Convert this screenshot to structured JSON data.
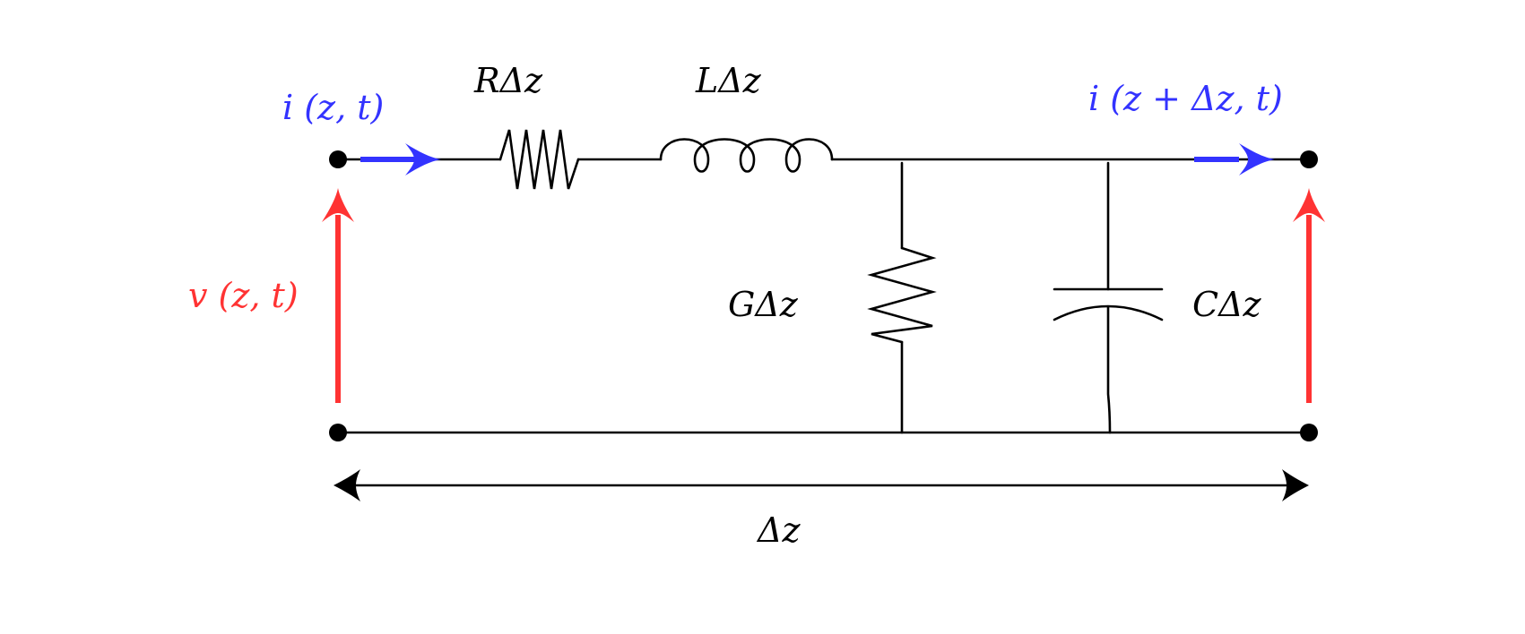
{
  "diagram": {
    "components": {
      "resistor_series": {
        "label": "RΔz"
      },
      "inductor_series": {
        "label": "LΔz"
      },
      "conductance_shunt": {
        "label": "GΔz"
      },
      "capacitor_shunt": {
        "label": "CΔz"
      }
    },
    "signals": {
      "current_in": {
        "label": "i (z, t)"
      },
      "current_out": {
        "label": "i (z + Δz, t)"
      },
      "voltage": {
        "label": "v (z, t)"
      }
    },
    "dimension": {
      "label": "Δz"
    },
    "colors": {
      "current": "#3333ff",
      "voltage": "#ff3333",
      "circuit": "#000000"
    }
  }
}
